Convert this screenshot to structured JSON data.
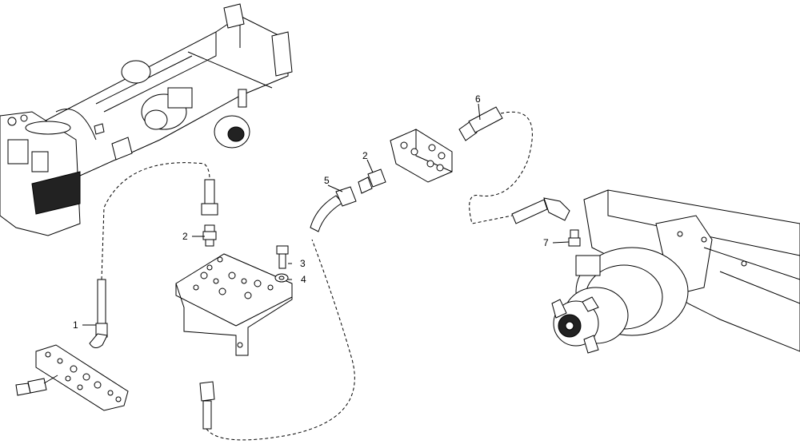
{
  "diagram": {
    "callouts": [
      {
        "id": "1",
        "label": "1"
      },
      {
        "id": "2a",
        "label": "2"
      },
      {
        "id": "2b",
        "label": "2"
      },
      {
        "id": "3",
        "label": "3"
      },
      {
        "id": "4",
        "label": "4"
      },
      {
        "id": "5",
        "label": "5"
      },
      {
        "id": "6",
        "label": "6"
      },
      {
        "id": "7",
        "label": "7"
      }
    ]
  }
}
